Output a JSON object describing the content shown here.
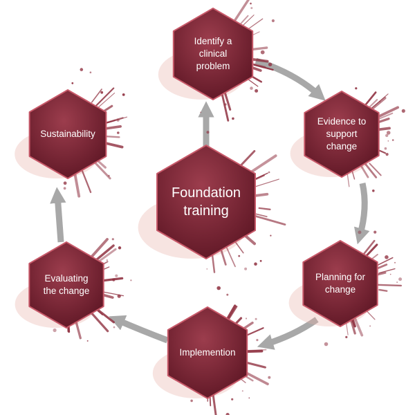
{
  "diagram": {
    "center": {
      "label": "Foundation\ntraining"
    },
    "steps": [
      {
        "label": "Identify a\nclinical\nproblem"
      },
      {
        "label": "Evidence to\nsupport\nchange"
      },
      {
        "label": "Planning for\nchange"
      },
      {
        "label": "Implemention"
      },
      {
        "label": "Evaluating\nthe change"
      },
      {
        "label": "Sustainability"
      }
    ]
  },
  "colors": {
    "hex_fill_light": "#9c3d4d",
    "hex_fill_dark": "#5a1422",
    "hex_edge": "#c85a6a",
    "splash": "#8c2a3a",
    "splash_light": "#e8b3a8",
    "arrow": "#a8a8a8",
    "text": "#ffffff"
  }
}
